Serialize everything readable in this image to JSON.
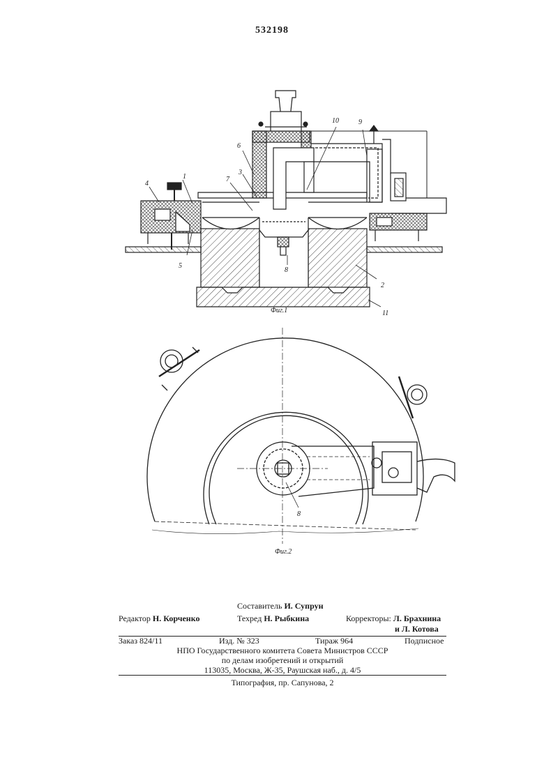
{
  "header": {
    "patent_number": "532198"
  },
  "figures": {
    "fig1": {
      "caption": "Фиг.1",
      "labels": [
        "1",
        "2",
        "3",
        "4",
        "5",
        "6",
        "7",
        "8",
        "9",
        "10",
        "11"
      ]
    },
    "fig2": {
      "caption": "Фиг.2",
      "labels": [
        "8"
      ]
    }
  },
  "colophon": {
    "compiler": {
      "label": "Составитель",
      "name": "И. Супрун"
    },
    "editor": {
      "label": "Редактор",
      "name": "Н. Корченко"
    },
    "techred": {
      "label": "Техред",
      "name": "Н. Рыбкина"
    },
    "correctors": {
      "label": "Корректоры:",
      "name1": "Л. Брахнина",
      "name2": "и Л. Котова"
    },
    "order": "Заказ 824/11",
    "edition_no": "Изд. № 323",
    "print_run": "Тираж 964",
    "subscription": "Подписное",
    "org_line1": "НПО Государственного комитета Совета Министров СССР",
    "org_line2": "по делам изобретений и открытий",
    "address": "113035, Москва, Ж-35, Раушская наб., д. 4/5",
    "printer": "Типография, пр. Сапунова, 2"
  }
}
